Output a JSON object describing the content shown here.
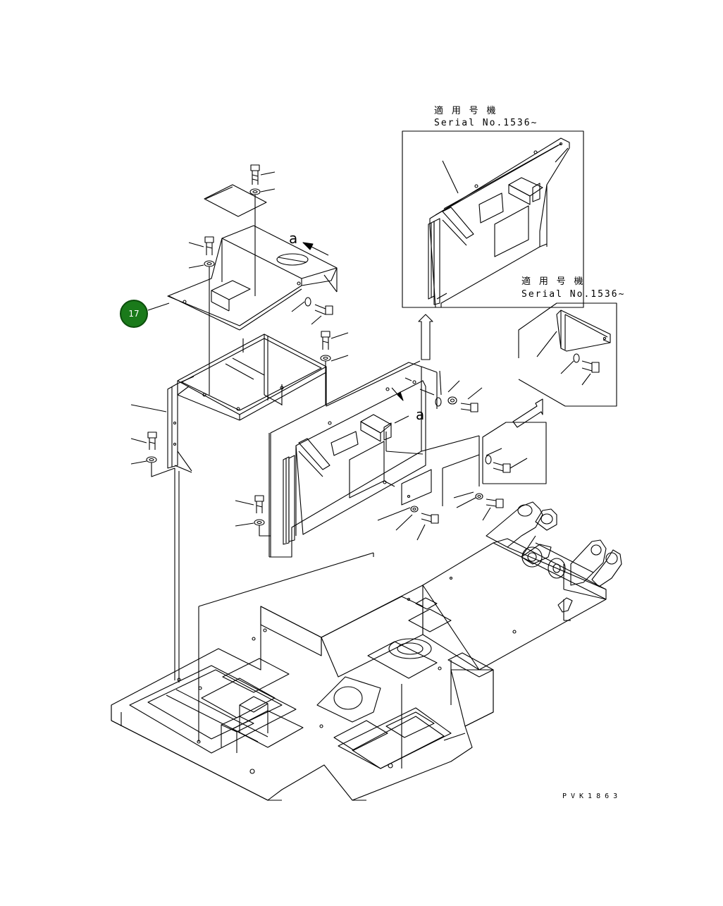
{
  "inset_main": {
    "title": "適 用 号 機",
    "serial": "Serial No.1536~"
  },
  "inset_small": {
    "title": "適 用 号 機",
    "serial": "Serial No.1536~"
  },
  "view_arrow_label": "a",
  "view_label": "a",
  "callout_number": "17",
  "drawing_code": "PVK1863",
  "colors": {
    "line": "#000000",
    "callout_fill": "#1a7a1a"
  }
}
